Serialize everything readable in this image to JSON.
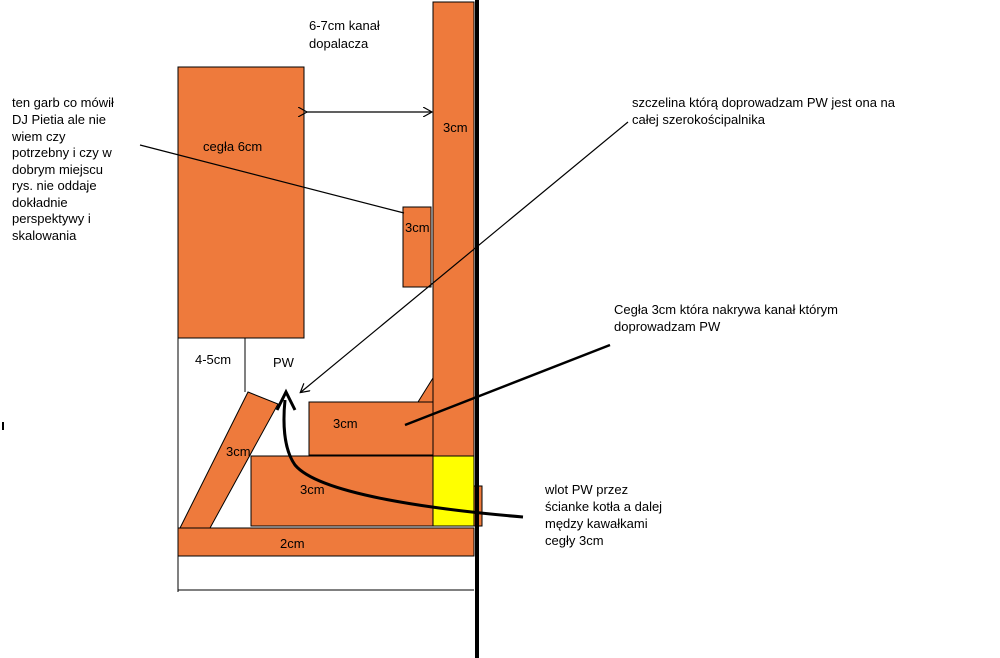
{
  "colors": {
    "brick": "#ee7a3c",
    "outline": "#000000",
    "yellow": "#ffff00",
    "background": "#ffffff"
  },
  "labels": {
    "kanal_line1": "6-7cm kanał",
    "kanal_line2": "dopalacza",
    "garb_line1": "ten garb co mówił",
    "garb_line2": "DJ Pietia ale nie",
    "garb_line3": "wiem czy",
    "garb_line4": "potrzebny i czy w",
    "garb_line5": "dobrym miejscu",
    "garb_line6": "rys. nie oddaje",
    "garb_line7": "dokładnie",
    "garb_line8": "perspektywy i",
    "garb_line9": "skalowania",
    "szczelina_line1": "szczelina którą doprowadzam PW jest ona na",
    "szczelina_line2": "całej szerokościpalnika",
    "cegla3_line1": "Cegła 3cm która nakrywa kanał którym",
    "cegla3_line2": "doprowadzam PW",
    "wlot_line1": "wlot PW przez",
    "wlot_line2": "ścianke kotła a dalej",
    "wlot_line3": "mędzy kawałkami",
    "wlot_line4": "cegły 3cm",
    "brick_6cm": "cegła 6cm",
    "brick_wall_3cm": "3cm",
    "brick_small_3cm": "3cm",
    "gap_4_5cm": "4-5cm",
    "pw": "PW",
    "brick_mid_3cm": "3cm",
    "brick_tilted_3cm": "3cm",
    "brick_low_3cm": "3cm",
    "brick_base_2cm": "2cm"
  }
}
